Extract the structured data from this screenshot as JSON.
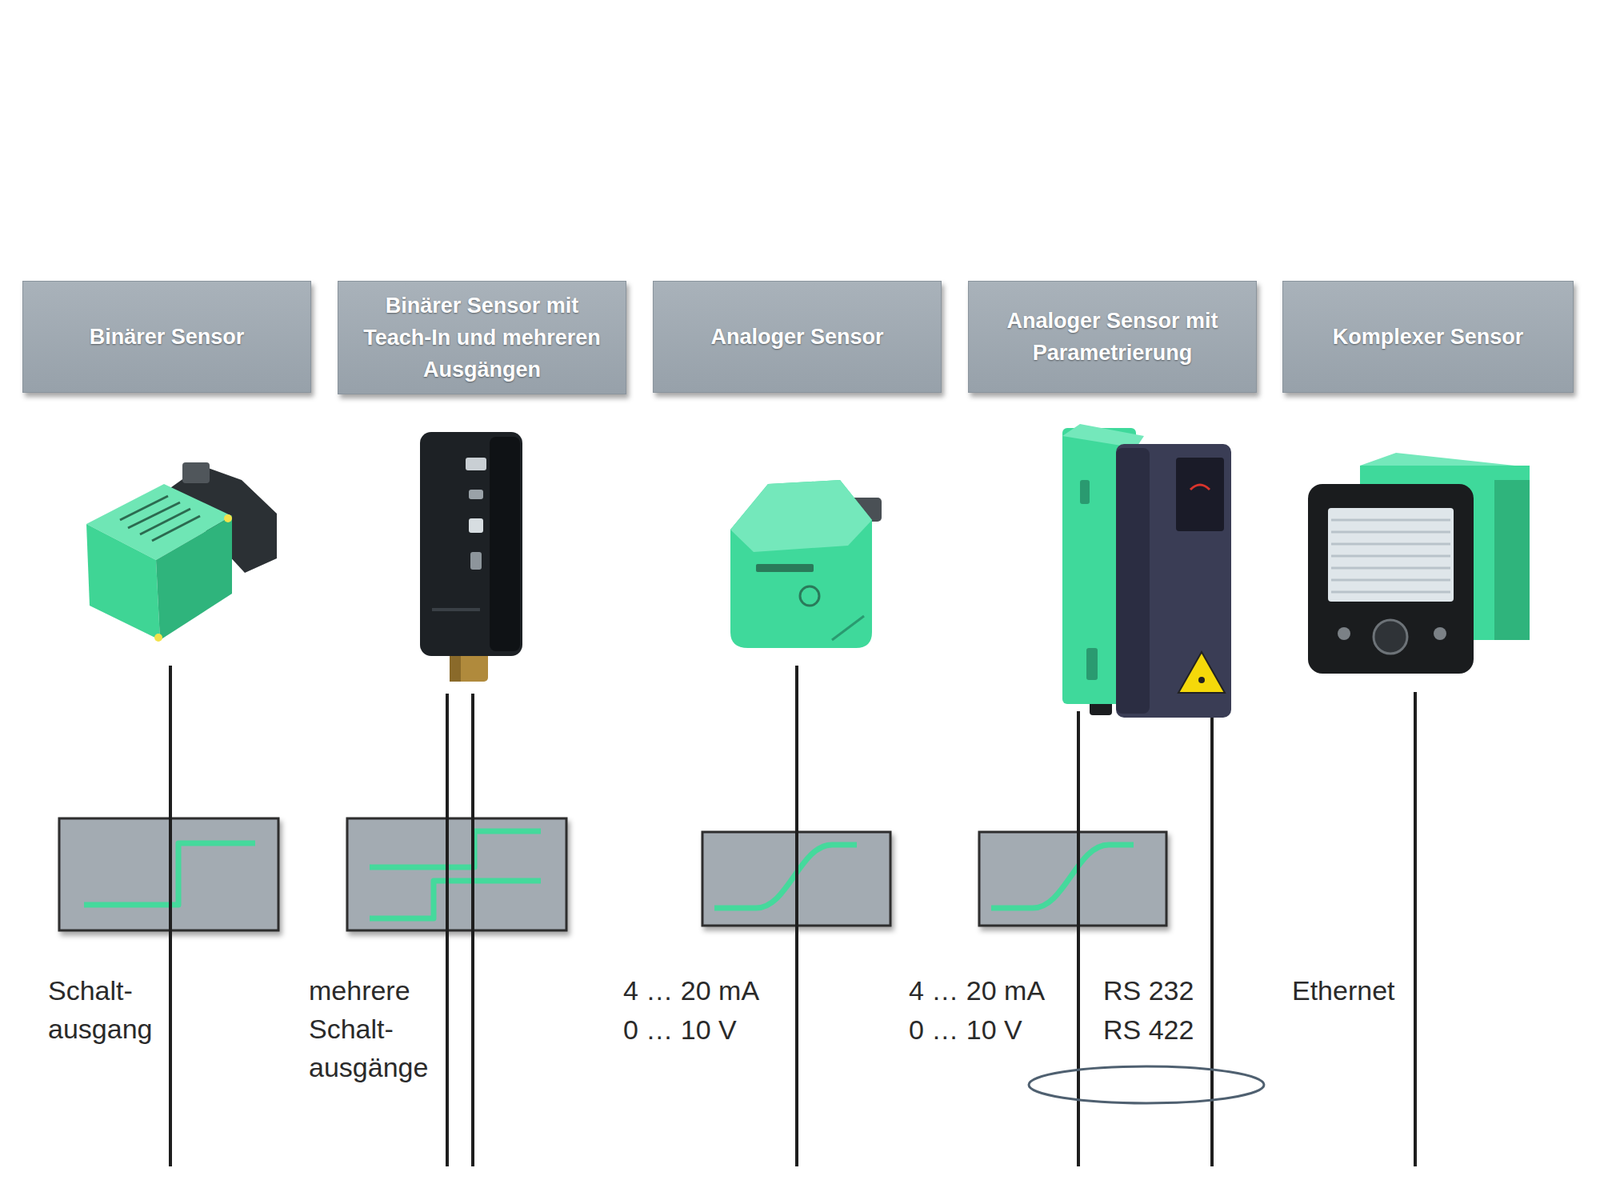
{
  "diagram": {
    "nodes": [
      {
        "text": [
          "Binärer Sensor"
        ]
      },
      {
        "text": [
          "Binärer Sensor mit Teach-In und mehreren Ausgängen"
        ]
      },
      {
        "text": [
          "Analoger Sensor"
        ]
      },
      {
        "text": [
          "Analoger Sensor mit Parametrierung"
        ]
      },
      {
        "text": [
          "Komplexer Sensor"
        ]
      }
    ],
    "labels": [
      "Schalt- ausgang",
      "mehrere Schalt- ausgänge",
      "4 … 20 mA",
      "0 … 10 V",
      "4 … 20 mA",
      "0 … 10 V",
      "RS 232",
      "RS 422",
      "Ethernet"
    ]
  }
}
